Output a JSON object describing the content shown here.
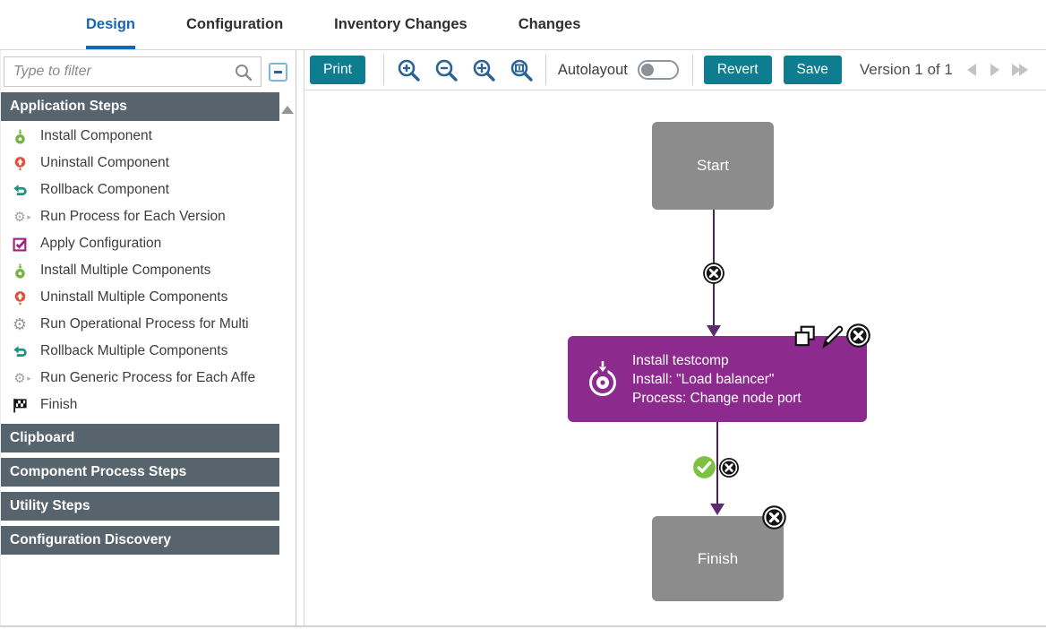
{
  "tabs": [
    {
      "label": "Design",
      "active": true
    },
    {
      "label": "Configuration",
      "active": false
    },
    {
      "label": "Inventory Changes",
      "active": false
    },
    {
      "label": "Changes",
      "active": false
    }
  ],
  "sidebar": {
    "filter_placeholder": "Type to filter",
    "sections": [
      {
        "label": "Application Steps",
        "expanded": true,
        "items": [
          {
            "label": "Install Component",
            "icon": "install-icon"
          },
          {
            "label": "Uninstall Component",
            "icon": "uninstall-icon"
          },
          {
            "label": "Rollback Component",
            "icon": "rollback-icon"
          },
          {
            "label": "Run Process for Each Version",
            "icon": "gear-play-icon"
          },
          {
            "label": "Apply Configuration",
            "icon": "checkbox-check-icon"
          },
          {
            "label": "Install Multiple Components",
            "icon": "install-icon"
          },
          {
            "label": "Uninstall Multiple Components",
            "icon": "uninstall-icon"
          },
          {
            "label": "Run Operational Process for Multi",
            "icon": "gear-icon"
          },
          {
            "label": "Rollback Multiple Components",
            "icon": "rollback-icon"
          },
          {
            "label": "Run Generic Process for Each Affe",
            "icon": "gear-play-icon"
          },
          {
            "label": "Finish",
            "icon": "finish-flag-icon"
          }
        ]
      },
      {
        "label": "Clipboard",
        "expanded": false
      },
      {
        "label": "Component Process Steps",
        "expanded": false
      },
      {
        "label": "Utility Steps",
        "expanded": false
      },
      {
        "label": "Configuration Discovery",
        "expanded": false
      }
    ]
  },
  "toolbar": {
    "print_label": "Print",
    "autolayout_label": "Autolayout",
    "autolayout_on": false,
    "revert_label": "Revert",
    "save_label": "Save",
    "version_text": "Version 1 of 1"
  },
  "canvas": {
    "nodes": [
      {
        "id": "start",
        "type": "terminal",
        "label": "Start"
      },
      {
        "id": "install-step",
        "type": "install-component-step",
        "lines": [
          "Install testcomp",
          "Install: \"Load balancer\"",
          "Process: Change node port"
        ]
      },
      {
        "id": "finish",
        "type": "terminal",
        "label": "Finish"
      }
    ],
    "edges": [
      {
        "from": "start",
        "to": "install-step"
      },
      {
        "from": "install-step",
        "to": "finish",
        "condition": "success"
      }
    ]
  },
  "colors": {
    "tab_blue": "#1468b3",
    "accent_teal": "#0e7d90",
    "panel_header_slate": "#57646e",
    "node_gray": "#8c8c8c",
    "node_purple": "#8d2a8e",
    "connector_purple": "#4a2458",
    "success_green": "#7cc142",
    "uninstall_red": "#e2503c",
    "rollback_teal": "#15967f",
    "config_magenta": "#a2217f"
  }
}
